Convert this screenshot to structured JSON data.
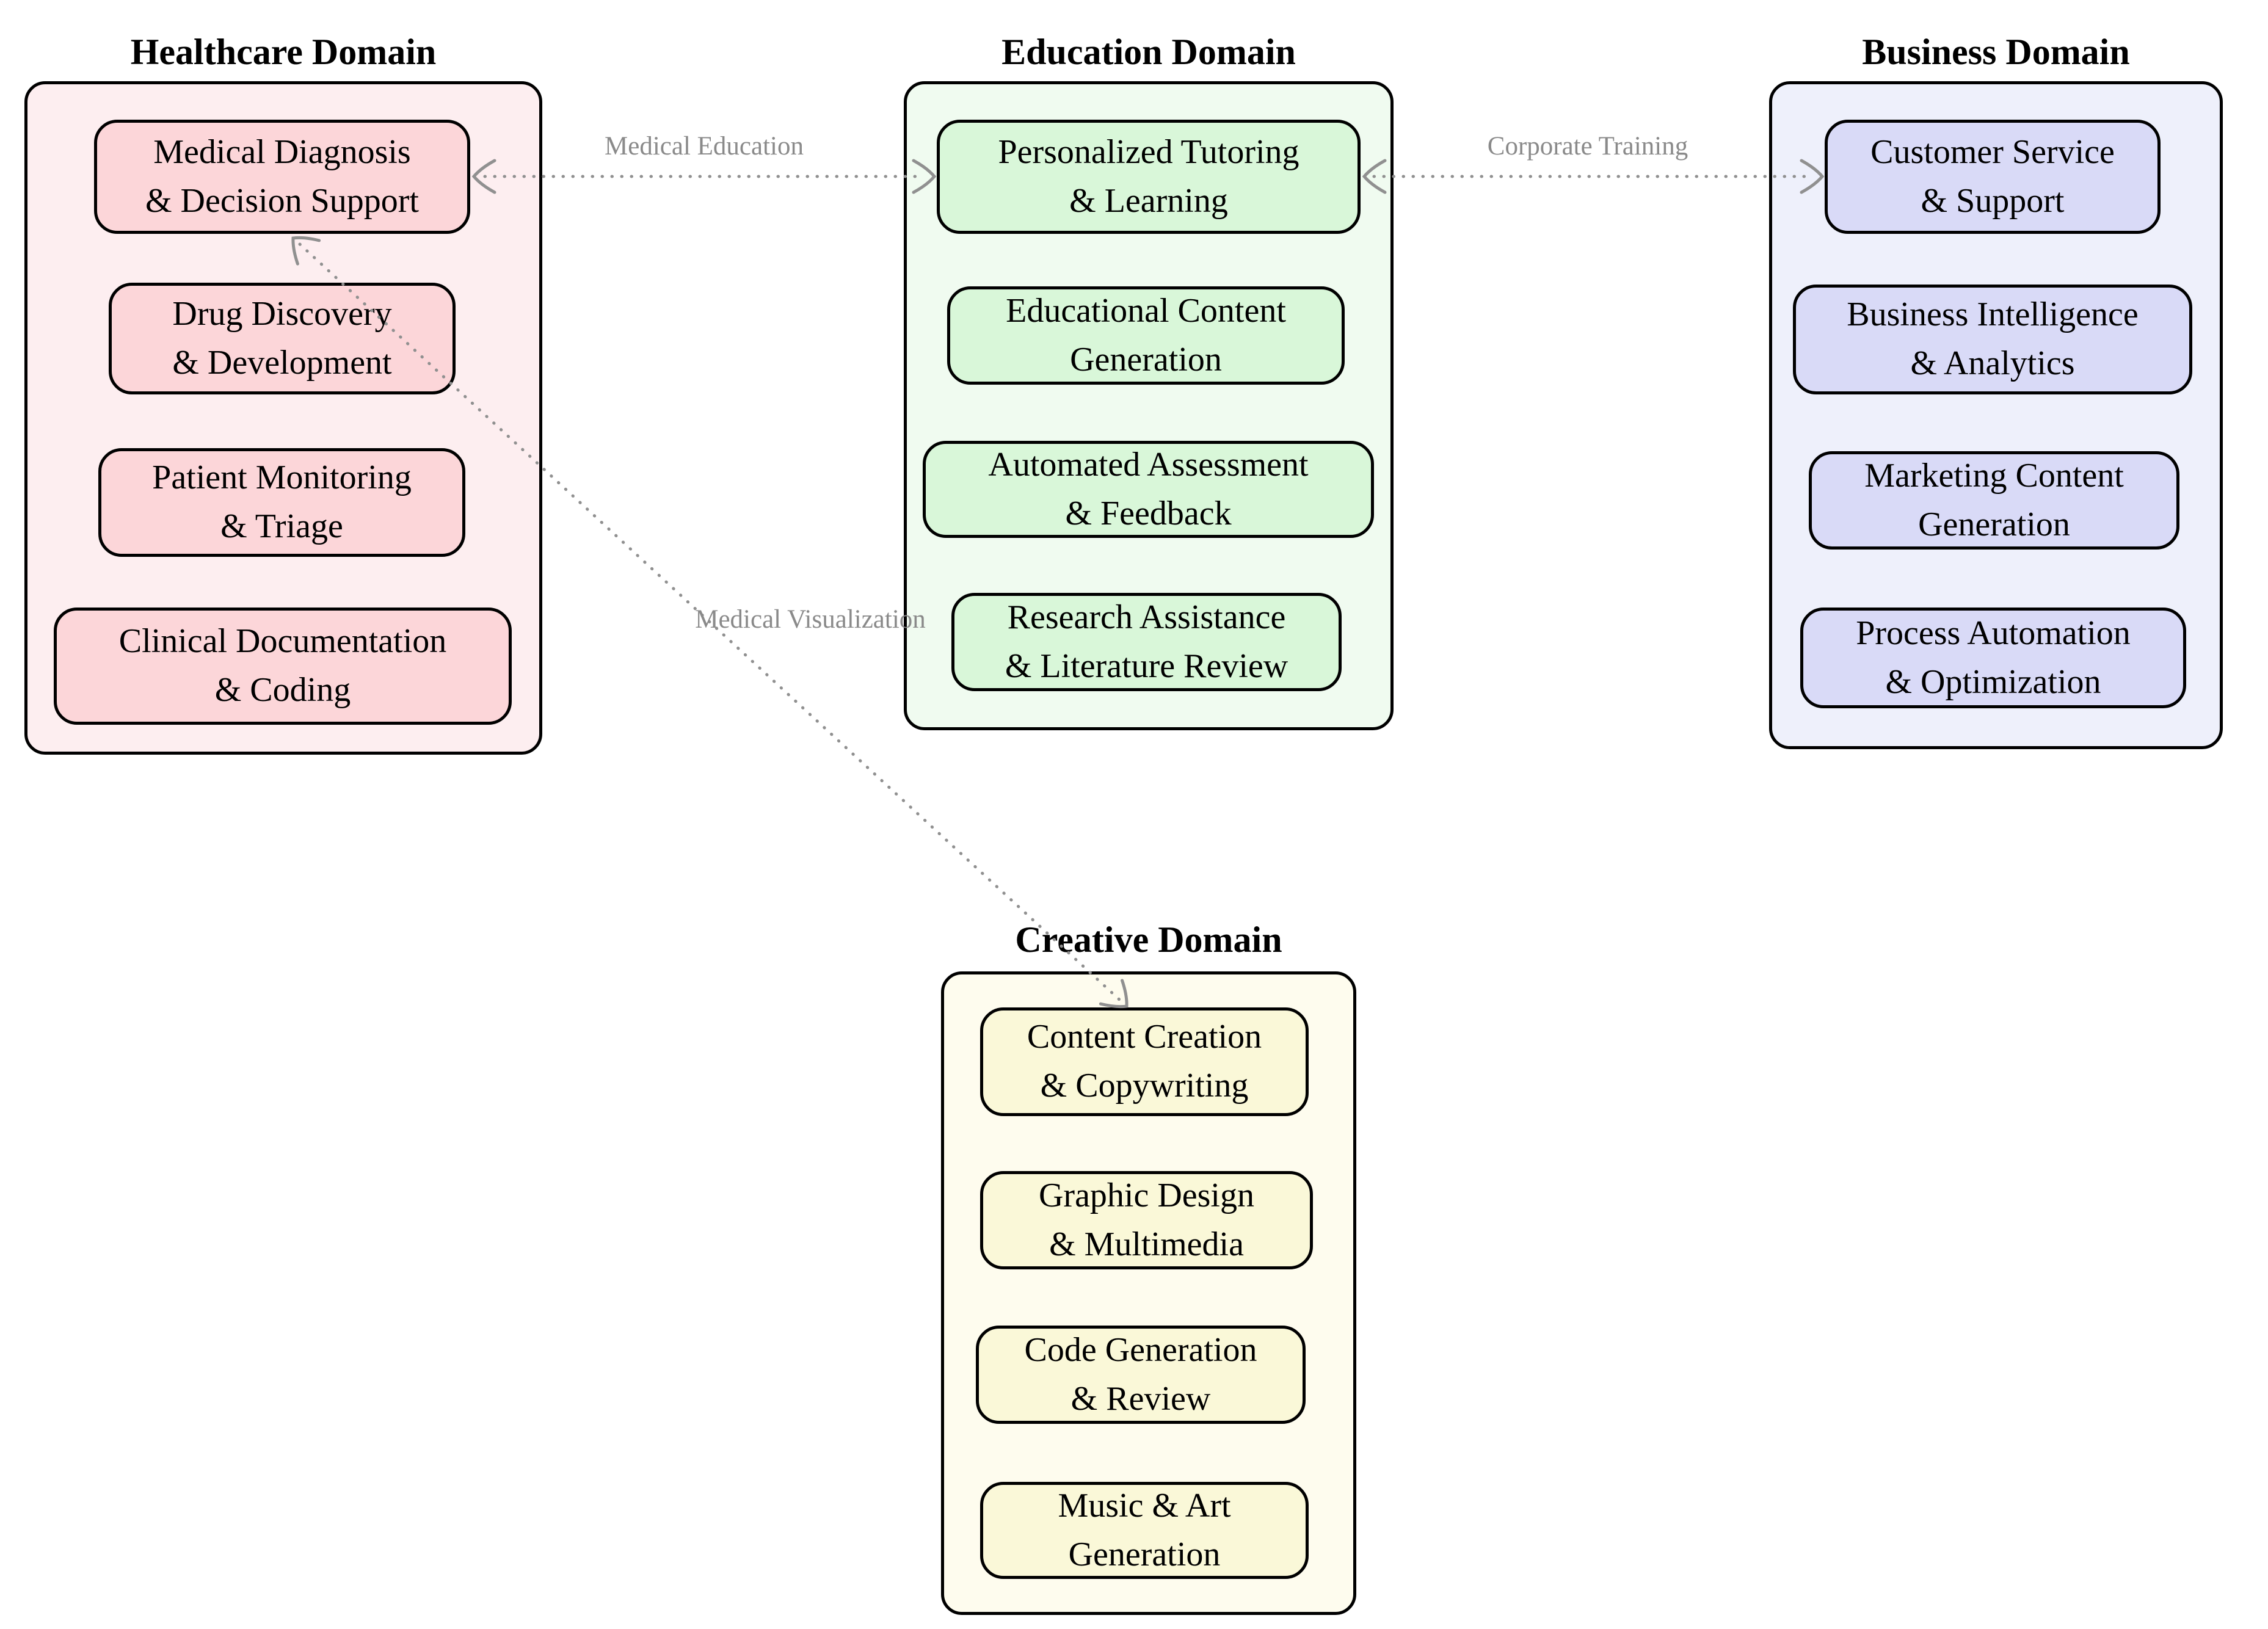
{
  "diagram": {
    "domains": [
      {
        "title": "Healthcare Domain",
        "items": [
          {
            "lines": [
              "Medical Diagnosis",
              "& Decision Support"
            ]
          },
          {
            "lines": [
              "Drug Discovery",
              "& Development"
            ]
          },
          {
            "lines": [
              "Patient Monitoring",
              "& Triage"
            ]
          },
          {
            "lines": [
              "Clinical Documentation",
              "& Coding"
            ]
          }
        ]
      },
      {
        "title": "Education Domain",
        "items": [
          {
            "lines": [
              "Personalized Tutoring",
              "& Learning"
            ]
          },
          {
            "lines": [
              "Educational Content",
              "Generation"
            ]
          },
          {
            "lines": [
              "Automated Assessment",
              "& Feedback"
            ]
          },
          {
            "lines": [
              "Research Assistance",
              "& Literature Review"
            ]
          }
        ]
      },
      {
        "title": "Business Domain",
        "items": [
          {
            "lines": [
              "Customer Service",
              "& Support"
            ]
          },
          {
            "lines": [
              "Business Intelligence",
              "& Analytics"
            ]
          },
          {
            "lines": [
              "Marketing Content",
              "Generation"
            ]
          },
          {
            "lines": [
              "Process Automation",
              "& Optimization"
            ]
          }
        ]
      },
      {
        "title": "Creative Domain",
        "items": [
          {
            "lines": [
              "Content Creation",
              "& Copywriting"
            ]
          },
          {
            "lines": [
              "Graphic Design",
              "& Multimedia"
            ]
          },
          {
            "lines": [
              "Code Generation",
              "& Review"
            ]
          },
          {
            "lines": [
              "Music & Art",
              "Generation"
            ]
          }
        ]
      }
    ],
    "connections": [
      {
        "label": "Medical Education"
      },
      {
        "label": "Corporate Training"
      },
      {
        "label": "Medical Visualization"
      }
    ],
    "colors": {
      "healthcare_container": "#fdeef0",
      "healthcare_node": "#fcd6d9",
      "education_container": "#f0fbf0",
      "education_node": "#d9f7d9",
      "business_container": "#eef0fb",
      "business_node": "#d9daf7",
      "creative_container": "#fefcee",
      "creative_node": "#faf8d8",
      "node_border": "#000000",
      "connector": "#909090",
      "connector_label": "#8a8a8a"
    }
  }
}
